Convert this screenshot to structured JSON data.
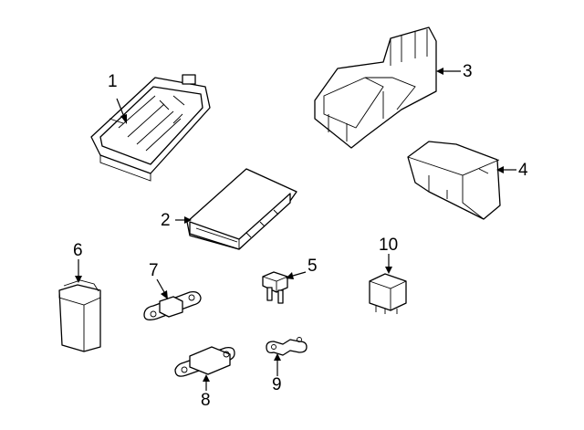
{
  "diagram": {
    "callouts": [
      {
        "number": "1",
        "part": "junction-block"
      },
      {
        "number": "2",
        "part": "control-module"
      },
      {
        "number": "3",
        "part": "fuse-box-housing"
      },
      {
        "number": "4",
        "part": "fuse-box-cover"
      },
      {
        "number": "5",
        "part": "mini-fuse"
      },
      {
        "number": "6",
        "part": "cartridge-fuse"
      },
      {
        "number": "7",
        "part": "bolt-in-fuse"
      },
      {
        "number": "8",
        "part": "mega-fuse"
      },
      {
        "number": "9",
        "part": "fusible-link"
      },
      {
        "number": "10",
        "part": "relay"
      }
    ]
  }
}
